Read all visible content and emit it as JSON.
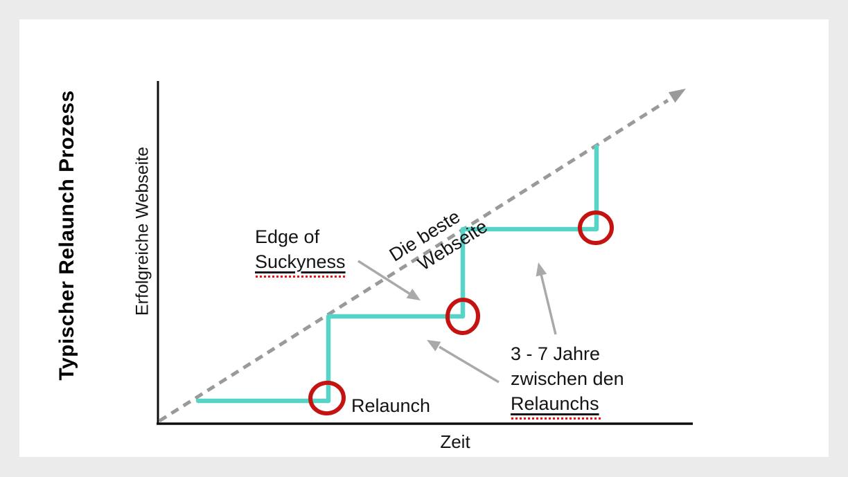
{
  "title": "Typischer Relaunch Prozess",
  "axes": {
    "y_label": "Erfolgreiche Webseite",
    "x_label": "Zeit"
  },
  "ideal_line_label": {
    "line1": "Die beste",
    "line2": "Webseite"
  },
  "annotations": {
    "edge_of_suckyness": {
      "line1": "Edge of",
      "line2": "Suckyness"
    },
    "relaunch": "Relaunch",
    "between_relaunches": {
      "line1": "3 - 7 Jahre",
      "line2": "zwischen den",
      "line3": "Relaunchs"
    }
  },
  "colors": {
    "background": "#EBEBEB",
    "card": "#FFFFFF",
    "step_line": "#58D3C8",
    "relaunch_circle": "#C41310",
    "ideal_dashed_line": "#9A9A9A",
    "annotation_arrow": "#A9A9A9",
    "axis": "#0D0D0D",
    "misspelling_dots": "#F10C0C",
    "text": "#141414"
  }
}
